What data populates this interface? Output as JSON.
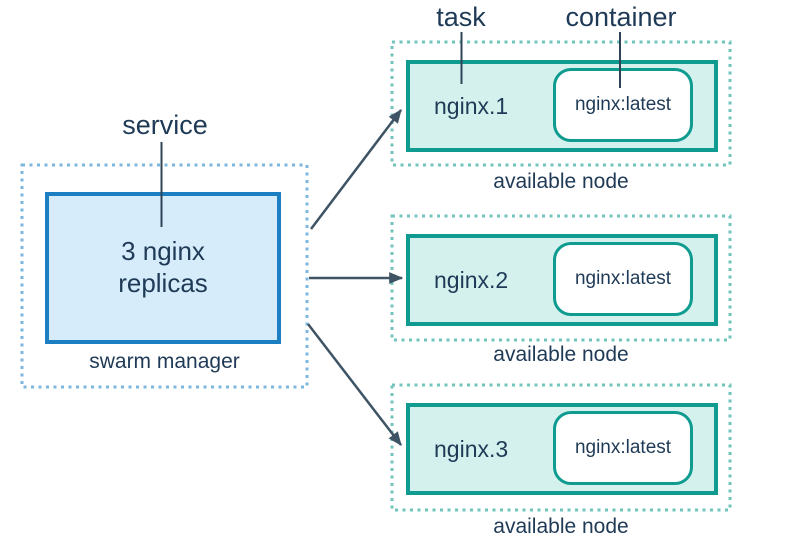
{
  "diagram": {
    "annotations": {
      "service": "service",
      "task": "task",
      "container": "container"
    },
    "manager": {
      "service_box_text": "3 nginx replicas",
      "caption": "swarm manager"
    },
    "nodes": [
      {
        "task": "nginx.1",
        "container": "nginx:latest",
        "caption": "available node"
      },
      {
        "task": "nginx.2",
        "container": "nginx:latest",
        "caption": "available node"
      },
      {
        "task": "nginx.3",
        "container": "nginx:latest",
        "caption": "available node"
      }
    ],
    "colors": {
      "service_border": "#1b7fc2",
      "service_fill": "#d6ecfb",
      "manager_dash": "#7db7df",
      "node_dash": "#72c4bd",
      "task_border": "#0f9b8f",
      "task_fill": "#d4f1ee",
      "container_fill": "#ffffff",
      "text": "#1f3a56",
      "arrow": "#3e5465",
      "pointer": "#2f4457"
    }
  }
}
